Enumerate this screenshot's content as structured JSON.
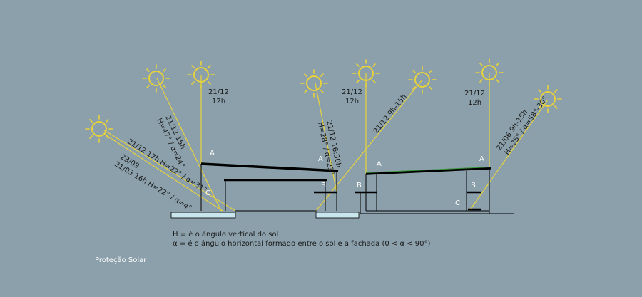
{
  "colors": {
    "background": "#8ba0ab",
    "sun": "#e8d23c",
    "structure": "#000000",
    "water": "#c9e6ef",
    "accent_green": "#3a9a3a"
  },
  "suns": [
    {
      "id": "s1",
      "icon": "sun-icon"
    },
    {
      "id": "s2",
      "icon": "sun-icon"
    },
    {
      "id": "s3",
      "icon": "sun-icon"
    },
    {
      "id": "s4",
      "icon": "sun-icon"
    },
    {
      "id": "s5",
      "icon": "sun-icon"
    },
    {
      "id": "s6",
      "icon": "sun-icon"
    },
    {
      "id": "s7",
      "icon": "sun-icon"
    },
    {
      "id": "s8",
      "icon": "sun-icon"
    },
    {
      "id": "s9",
      "icon": "sun-icon"
    }
  ],
  "labels": {
    "l1_line1": "21/12",
    "l1_line2": "12h",
    "l2_line1": "21/12",
    "l2_line2": "12h",
    "l3_line1": "21/12",
    "l3_line2": "12h",
    "r1_line1": "21/12 15h",
    "r1_line2": "H=47° / α=24°",
    "r2_line1": "21/12 17h H=22° / α=31°",
    "r3_line1": "23/09",
    "r3_line2": "21/03  16h H=22° / α=4°",
    "r4_line1": "21/12 16:30h",
    "r4_line2": "H=28° / α=23°",
    "r5_line1": "21/12 9h-15h",
    "r6_line1": "21/06 9h-15h",
    "r6_line2": "H=25° / α=58°-30°"
  },
  "points": {
    "a1": "A",
    "a2": "A",
    "a3": "A",
    "a4": "A",
    "b1": "B",
    "b2": "B",
    "b3": "B",
    "c1": "C",
    "c2": "C"
  },
  "legend": {
    "line1": "H = é o ângulo vertical do sol",
    "line2": "α = é o ângulo horizontal formado entre o sol e a fachada (0 < α < 90°)"
  },
  "footer": {
    "title": "Proteção Solar"
  }
}
